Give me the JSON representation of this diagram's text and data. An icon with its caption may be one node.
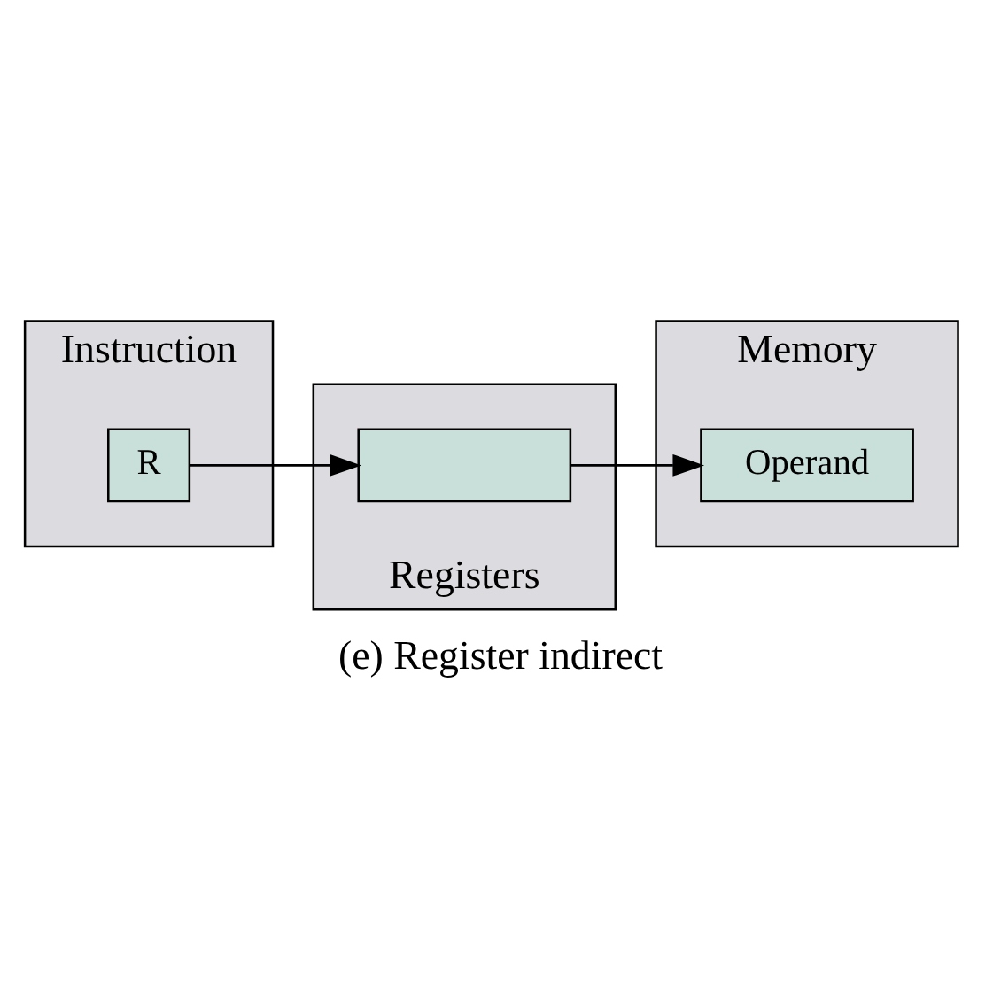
{
  "diagram": {
    "caption": "(e) Register indirect",
    "nodes": [
      {
        "text": [
          "Instruction"
        ]
      },
      {
        "text": [
          "R"
        ],
        "in": 0
      },
      {
        "text": [
          "Registers"
        ]
      },
      {
        "text": [],
        "shape": "box",
        "in": 2
      },
      {
        "text": [
          "Memory"
        ]
      },
      {
        "text": [
          "Operand"
        ],
        "in": 4
      }
    ],
    "edges": [
      {
        "from": 1,
        "to": 3,
        "arrow": "to"
      },
      {
        "from": 3,
        "to": 5,
        "arrow": "to"
      }
    ]
  }
}
